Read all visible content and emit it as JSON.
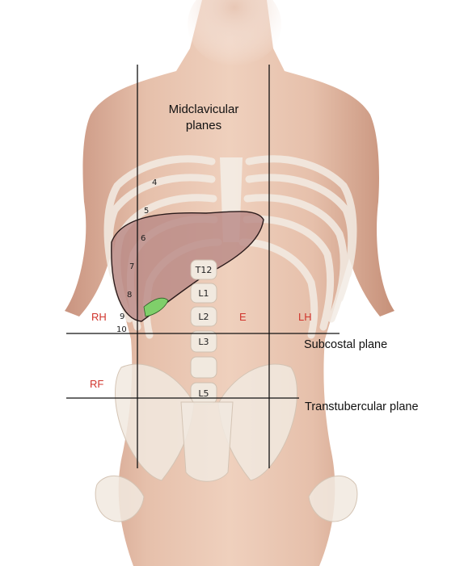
{
  "figure": {
    "labels": {
      "midclavicular_line1": "Midclavicular",
      "midclavicular_line2": "planes",
      "subcostal": "Subcostal plane",
      "transtubercular": "Transtubercular plane"
    },
    "regions": {
      "rh": "RH",
      "e": "E",
      "lh": "LH",
      "rf": "RF"
    },
    "ribs": [
      "4",
      "5",
      "6",
      "7",
      "8",
      "9",
      "10"
    ],
    "vertebrae": [
      "T12",
      "L1",
      "L2",
      "L3",
      "L5"
    ],
    "colors": {
      "region_label": "#d0342c",
      "skin": "#e2b9a4",
      "liver": "#b98a86",
      "gallbladder": "#7fcf6a",
      "bone": "#efe6dc",
      "plane_line": "#111111"
    }
  }
}
